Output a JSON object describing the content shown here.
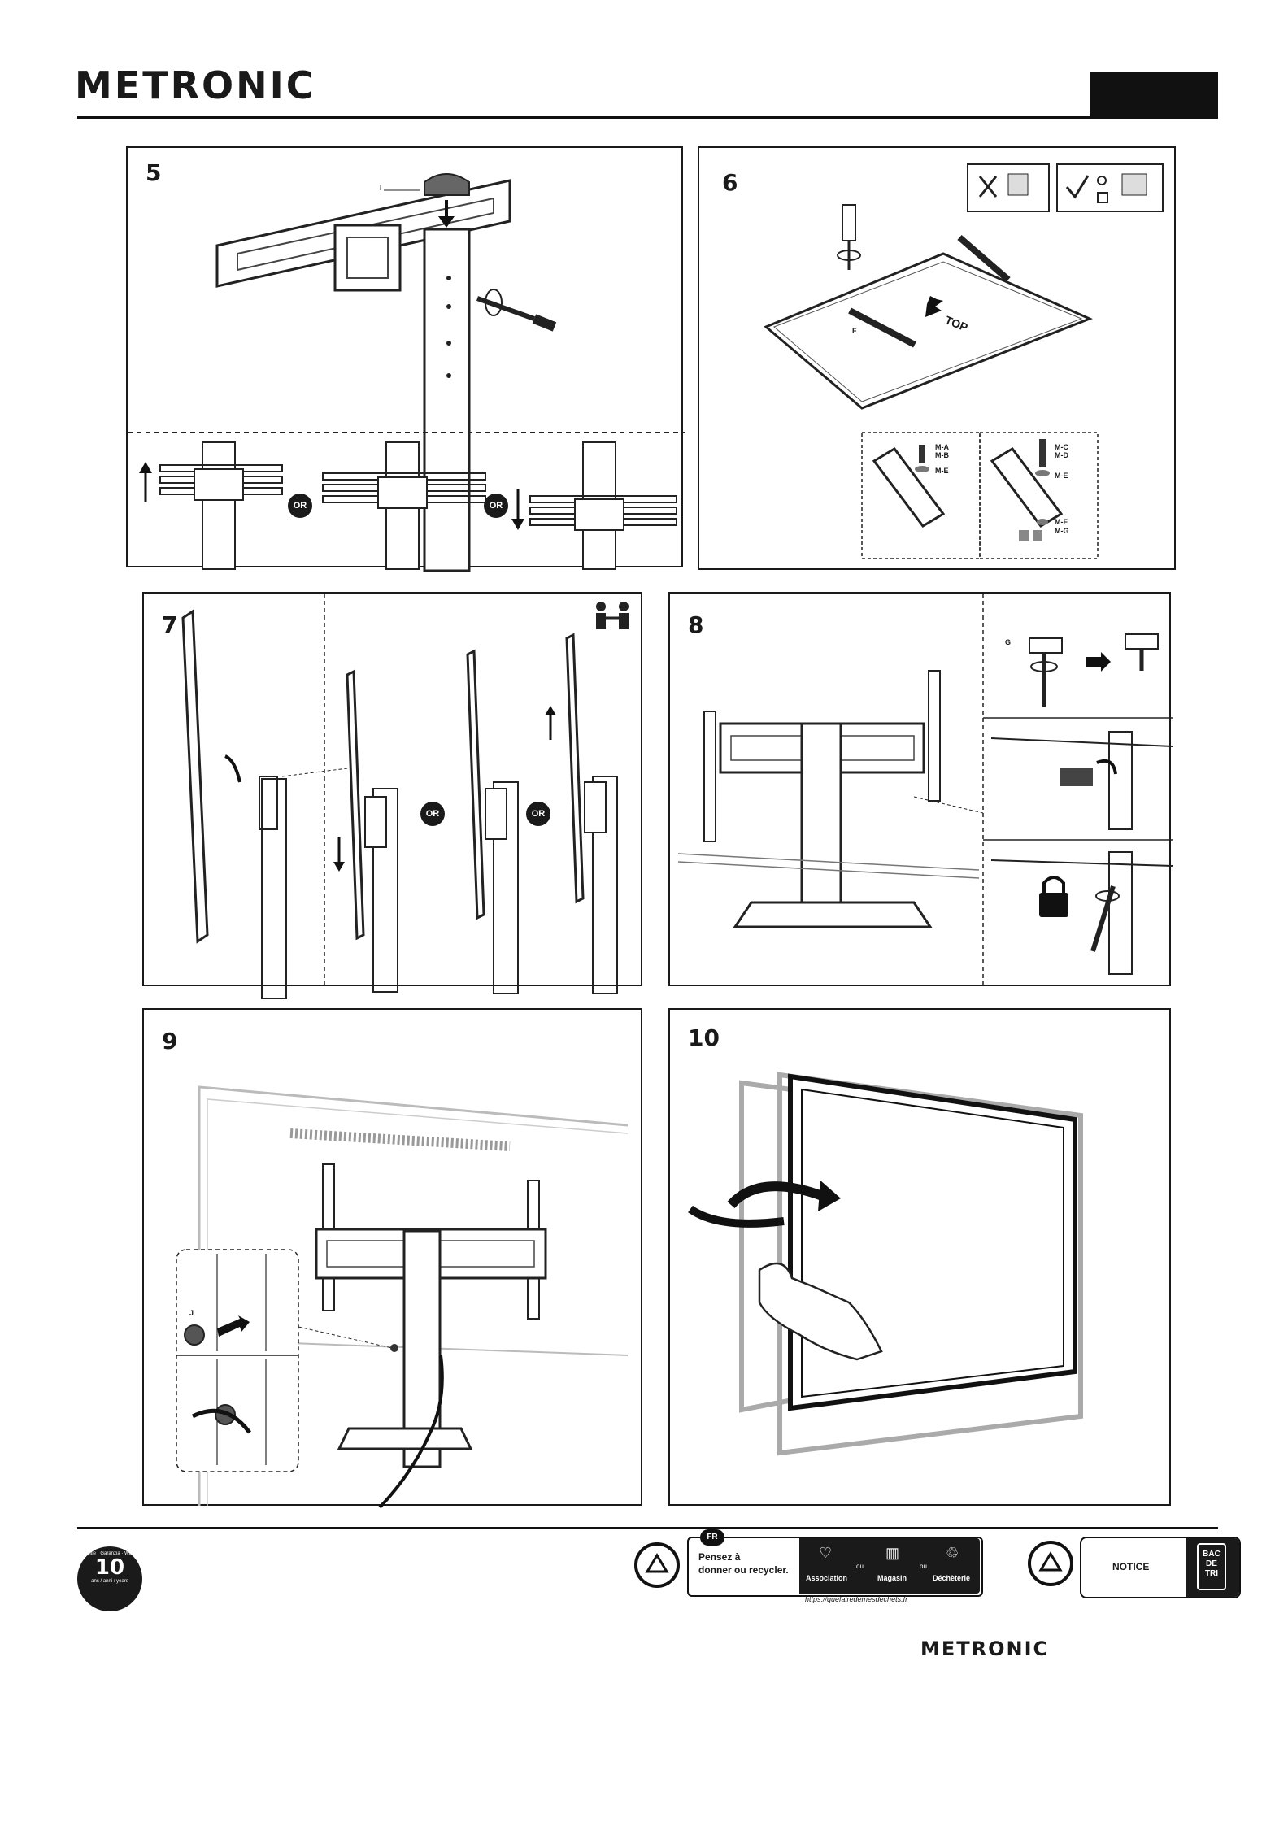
{
  "header": {
    "brand": "METRONIC"
  },
  "steps": [
    {
      "number": "5",
      "or_labels": [
        "OR",
        "OR"
      ],
      "part_labels": [
        "I"
      ]
    },
    {
      "number": "6",
      "direction_label": "TOP",
      "part_labels": [
        "F",
        "M-A",
        "M-B",
        "M-E",
        "M-C",
        "M-D",
        "M-E",
        "M-F",
        "M-G"
      ]
    },
    {
      "number": "7",
      "or_labels": [
        "OR",
        "OR"
      ]
    },
    {
      "number": "8",
      "part_labels": [
        "G"
      ]
    },
    {
      "number": "9",
      "part_labels": [
        "J"
      ]
    },
    {
      "number": "10"
    }
  ],
  "footer": {
    "warranty": {
      "number": "10",
      "ring_text": "Garantie · Garanzia · Warranty",
      "unit_text": "ans / anni / years"
    },
    "recycle_box": {
      "badge": "FR",
      "text_line1": "Pensez à",
      "text_line2": "donner ou recycler.",
      "options": [
        "Association",
        "Magasin",
        "Déchèterie"
      ],
      "separator": "ou",
      "url": "https://quefairedemesdechets.fr"
    },
    "notice_label": "NOTICE",
    "bin_label": [
      "BAC",
      "DE",
      "TRI"
    ],
    "brand": "METRONIC"
  }
}
